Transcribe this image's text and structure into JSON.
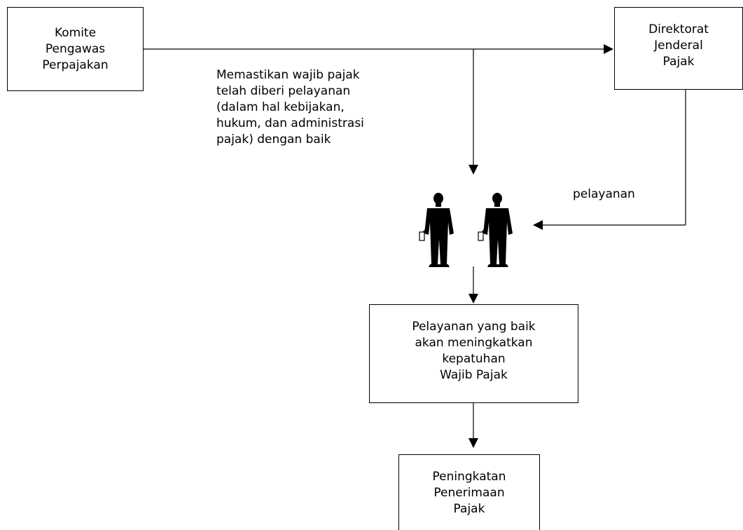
{
  "nodes": {
    "komite": "Komite\nPengawas\nPerpajakan",
    "djp": "Direktorat\nJenderal\nPajak",
    "pelayanan_baik": "Pelayanan yang baik\nakan meningkatkan\nkepatuhan\nWajib Pajak",
    "penerimaan": "Peningkatan\nPenerimaan\nPajak"
  },
  "annotations": {
    "note": "Memastikan wajib pajak\ntelah diberi pelayanan\n(dalam hal kebijakan,\nhukum, dan administrasi\npajak) dengan baik",
    "service_label": "pelayanan"
  },
  "figures": {
    "taxpayers_icon": "two-businessmen-icon"
  }
}
